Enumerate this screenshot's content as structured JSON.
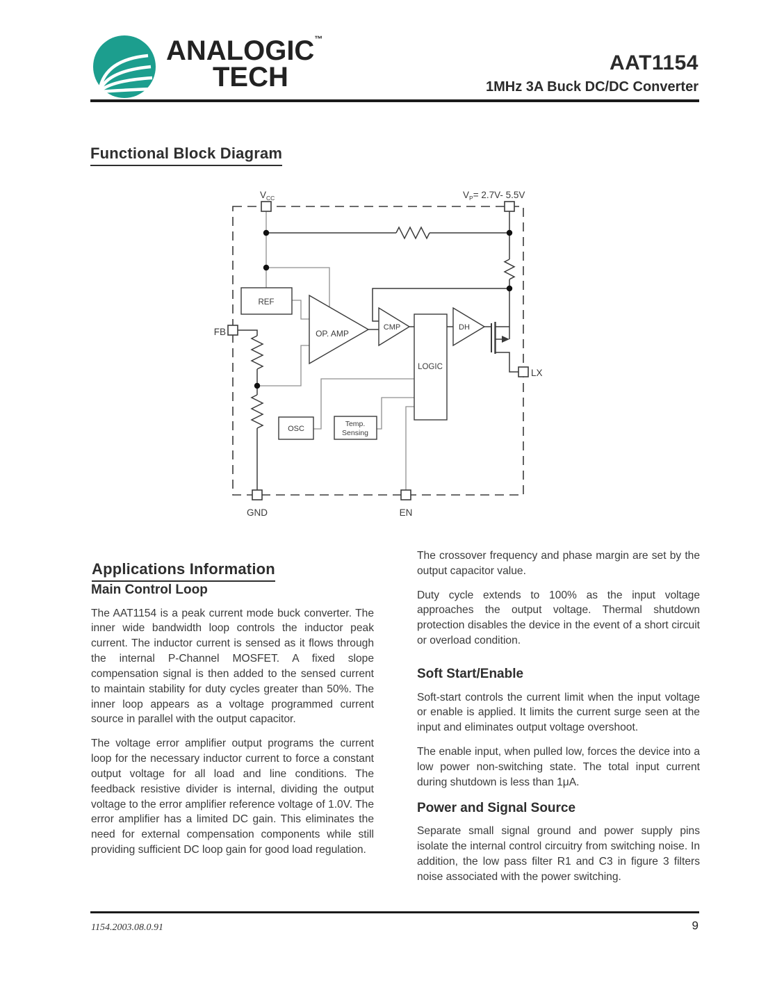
{
  "header": {
    "logo": {
      "line1": "ANALOGIC",
      "tm": "™",
      "line2": "TECH"
    },
    "part_number": "AAT1154",
    "subtitle": "1MHz 3A Buck DC/DC Converter"
  },
  "block_diagram": {
    "title": "Functional Block Diagram",
    "labels": {
      "vcc_main": "V",
      "vcc_sub": "CC",
      "vp_main": "V",
      "vp_sub": "P",
      "vp_value": "= 2.7V- 5.5V",
      "fb": "FB",
      "lx": "LX",
      "gnd": "GND",
      "en": "EN",
      "ref": "REF",
      "op_amp": "OP. AMP",
      "cmp": "CMP",
      "logic": "LOGIC",
      "dh": "DH",
      "osc": "OSC",
      "temp_line1": "Temp.",
      "temp_line2": "Sensing"
    }
  },
  "applications": {
    "title": "Applications Information",
    "left_column": {
      "heading": "Main Control Loop",
      "para1": "The AAT1154 is a peak current mode buck converter. The inner wide bandwidth loop controls the inductor peak current. The inductor current is sensed as it flows through the internal P-Channel MOSFET. A fixed slope compensation signal is then added to the sensed current to maintain stability for duty cycles greater than 50%. The inner loop appears as a voltage programmed current source in parallel with the output capacitor.",
      "para2": "The voltage error amplifier output programs the current loop for the necessary inductor current to force a constant output voltage for all load and line conditions. The feedback resistive divider is internal, dividing the output voltage to the error amplifier reference voltage of 1.0V. The error amplifier has a limited DC gain. This eliminates the need for external compensation components while still providing sufficient DC loop gain for good load regulation."
    },
    "right_column": {
      "para1": "The crossover frequency and phase margin are set by the output capacitor value.",
      "para2": "Duty cycle extends to 100% as the input voltage approaches the output voltage. Thermal shutdown protection disables the device in the event of a short circuit or overload condition.",
      "heading2": "Soft Start/Enable",
      "para3": "Soft-start controls the current limit when the input voltage or enable is applied. It limits the current surge seen at the input and eliminates output voltage overshoot.",
      "para4": "The enable input, when pulled low, forces the device into a low power non-switching state. The total input current during shutdown is less than 1μA.",
      "heading3": "Power and Signal Source",
      "para5": "Separate small signal ground and power supply pins isolate the internal control circuitry from switching noise. In addition, the low pass filter R1 and C3 in figure 3 filters noise associated with the power switching."
    }
  },
  "footer": {
    "doc_code": "1154.2003.08.0.91",
    "page_number": "9"
  },
  "colors": {
    "logo_teal": "#1C9E8E",
    "text": "#3a3a3a",
    "rule": "#1b1b1b"
  }
}
